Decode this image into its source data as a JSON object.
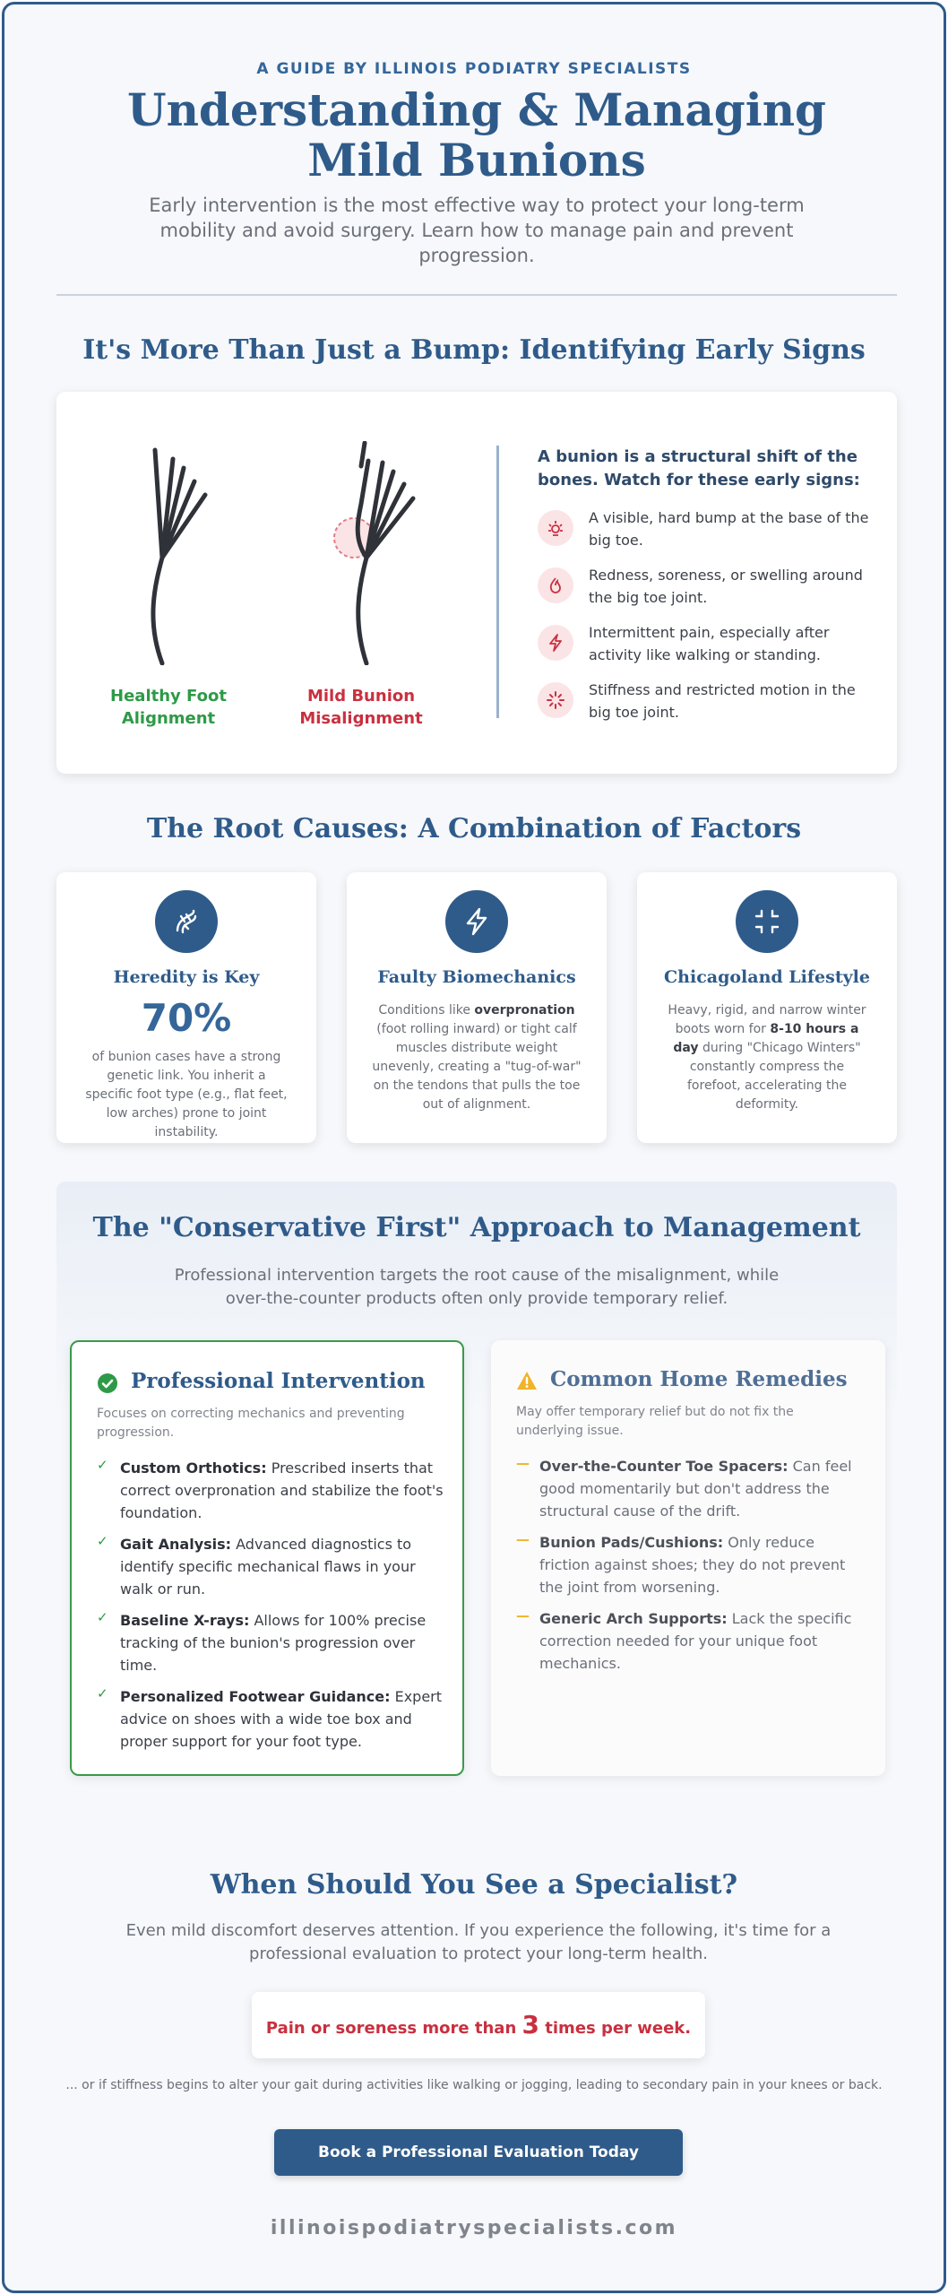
{
  "header": {
    "kicker": "A GUIDE BY ILLINOIS PODIATRY SPECIALISTS",
    "title": "Understanding & Managing Mild Bunions",
    "subtitle": "Early intervention is the most effective way to protect your long-term mobility and avoid surgery. Learn how to manage pain and prevent progression."
  },
  "signs": {
    "heading": "It's More Than Just a Bump: Identifying Early Signs",
    "healthy_label": "Healthy Foot Alignment",
    "bunion_label": "Mild Bunion Misalignment",
    "intro": "A bunion is a structural shift of the bones. Watch for these early signs:",
    "items": [
      {
        "icon": "sun-icon",
        "text": "A visible, hard bump at the base of the big toe."
      },
      {
        "icon": "flame-icon",
        "text": "Redness, soreness, or swelling around the big toe joint."
      },
      {
        "icon": "lightning-icon",
        "text": "Intermittent pain, especially after activity like walking or standing."
      },
      {
        "icon": "spinner-icon",
        "text": "Stiffness and restricted motion in the big toe joint."
      }
    ],
    "colors": {
      "healthy": "#2e9a47",
      "bunion": "#c9303f"
    }
  },
  "causes": {
    "heading": "The Root Causes: A Combination of Factors",
    "cards": [
      {
        "icon": "dna-icon",
        "title": "Heredity is Key",
        "stat": "70%",
        "text": "of bunion cases have a strong genetic link. You inherit a specific foot type (e.g., flat feet, low arches) prone to joint instability."
      },
      {
        "icon": "lightning-icon",
        "title": "Faulty Biomechanics",
        "text_before": "Conditions like ",
        "bold": "overpronation",
        "text_after": " (foot rolling inward) or tight calf muscles distribute weight unevenly, creating a \"tug-of-war\" on the tendons that pulls the toe out of alignment."
      },
      {
        "icon": "compress-icon",
        "title": "Chicagoland Lifestyle",
        "text_before": "Heavy, rigid, and narrow winter boots worn for ",
        "bold": "8-10 hours a day",
        "text_after": " during \"Chicago Winters\" constantly compress the forefoot, accelerating the deformity."
      }
    ]
  },
  "approach": {
    "title": "The \"Conservative First\" Approach to Management",
    "subtitle": "Professional intervention targets the root cause of the misalignment, while over-the-counter products often only provide temporary relief.",
    "professional": {
      "title": "Professional Intervention",
      "desc": "Focuses on correcting mechanics and preventing progression.",
      "items": [
        {
          "bold": "Custom Orthotics:",
          "text": " Prescribed inserts that correct overpronation and stabilize the foot's foundation."
        },
        {
          "bold": "Gait Analysis:",
          "text": " Advanced diagnostics to identify specific mechanical flaws in your walk or run."
        },
        {
          "bold": "Baseline X-rays:",
          "text": " Allows for 100% precise tracking of the bunion's progression over time."
        },
        {
          "bold": "Personalized Footwear Guidance:",
          "text": " Expert advice on shoes with a wide toe box and proper support for your foot type."
        }
      ]
    },
    "home": {
      "title": "Common Home Remedies",
      "desc": "May offer temporary relief but do not fix the underlying issue.",
      "items": [
        {
          "bold": "Over-the-Counter Toe Spacers:",
          "text": " Can feel good momentarily but don't address the structural cause of the drift."
        },
        {
          "bold": "Bunion Pads/Cushions:",
          "text": " Only reduce friction against shoes; they do not prevent the joint from worsening."
        },
        {
          "bold": "Generic Arch Supports:",
          "text": " Lack the specific correction needed for your unique foot mechanics."
        }
      ]
    }
  },
  "specialist": {
    "heading": "When Should You See a Specialist?",
    "subtitle": "Even mild discomfort deserves attention. If you experience the following, it's time for a professional evaluation to protect your long-term health.",
    "alert_before": "Pain or soreness more than ",
    "alert_number": "3",
    "alert_after": " times per week.",
    "fine": "... or if stiffness begins to alter your gait during activities like walking or jogging, leading to secondary pain in your knees or back.",
    "cta": "Book a Professional Evaluation Today"
  },
  "footer": {
    "url": "illinoispodiatryspecialists.com"
  },
  "colors": {
    "primary": "#2f5b8a",
    "success": "#2e9a47",
    "danger": "#c9303f",
    "warning": "#f0b429"
  }
}
